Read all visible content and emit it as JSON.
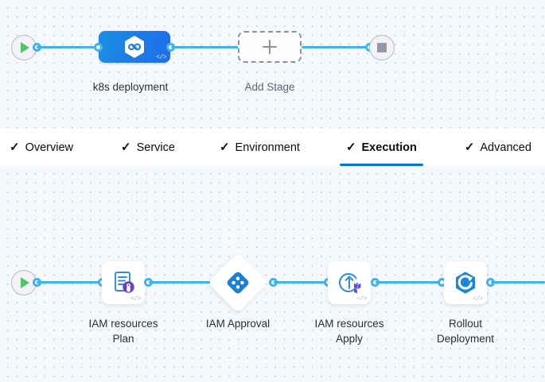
{
  "stage_canvas": {
    "start_node": {
      "name": "start-node",
      "icon": "play-icon"
    },
    "end_node": {
      "name": "end-node",
      "icon": "stop-icon"
    },
    "stages": [
      {
        "id": "k8s-deployment",
        "label": "k8s deployment",
        "icon": "harness-hexagon-icon",
        "code_badge": "</>"
      }
    ],
    "add_stage": {
      "label": "Add Stage",
      "icon": "plus-icon"
    }
  },
  "tabs": [
    {
      "id": "overview",
      "label": "Overview",
      "check": "✓",
      "active": false
    },
    {
      "id": "service",
      "label": "Service",
      "check": "✓",
      "active": false
    },
    {
      "id": "environment",
      "label": "Environment",
      "check": "✓",
      "active": false
    },
    {
      "id": "execution",
      "label": "Execution",
      "check": "✓",
      "active": true
    },
    {
      "id": "advanced",
      "label": "Advanced",
      "check": "✓",
      "active": false
    }
  ],
  "steps_canvas": {
    "start_node": {
      "name": "start-node",
      "icon": "play-icon"
    },
    "steps": [
      {
        "id": "iam-resources-plan",
        "label": "IAM resources\nPlan",
        "icon": "terraform-plan-icon",
        "code_badge": "</>",
        "shape": "card"
      },
      {
        "id": "iam-approval",
        "label": "IAM Approval",
        "icon": "approval-diamond-icon",
        "code_badge": "",
        "shape": "diamond"
      },
      {
        "id": "iam-resources-apply",
        "label": "IAM resources\nApply",
        "icon": "terraform-apply-icon",
        "code_badge": "</>",
        "shape": "card"
      },
      {
        "id": "rollout-deployment",
        "label": "Rollout\nDeployment",
        "icon": "k8s-rollout-icon",
        "code_badge": "</>",
        "shape": "card"
      }
    ]
  },
  "colors": {
    "accent_blue": "#0278d5",
    "connector_blue": "#42b3e8",
    "canvas_bg": "#f6f9fc",
    "stage_gradient_from": "#1a8fe0",
    "stage_gradient_to": "#1d6fe8",
    "play_green": "#4dc36a",
    "stop_gray": "#9497a8",
    "terraform_purple": "#5c4ee5"
  }
}
